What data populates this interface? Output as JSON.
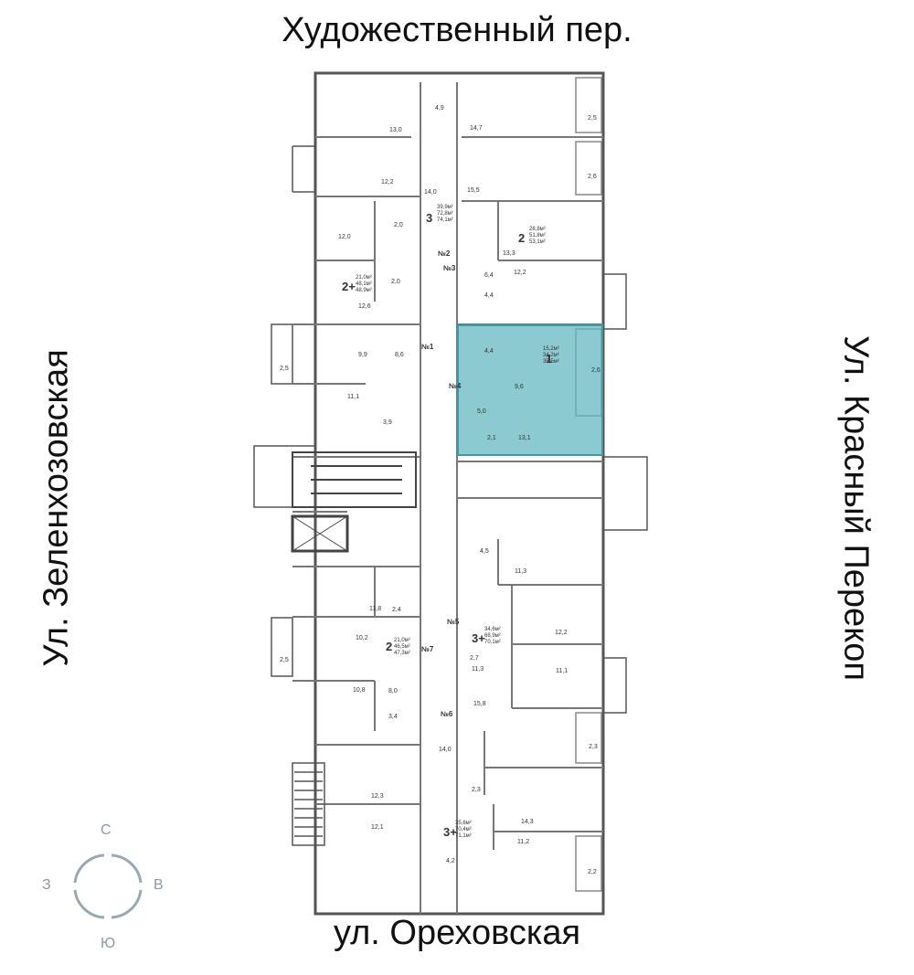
{
  "streets": {
    "top": "Художественный пер.",
    "bottom": "ул. Ореховская",
    "left": "Ул. Зеленхозовская",
    "right": "Ул. Красный Перекоп"
  },
  "compass": {
    "n": "С",
    "s": "Ю",
    "w": "З",
    "e": "В"
  },
  "colors": {
    "highlight": "#5fb6bf",
    "wall": "#555555",
    "compass": "#9aa8b3"
  },
  "apartments": [
    {
      "id": "apt-3-top",
      "rooms": "3",
      "area1": "39,9м²",
      "area2": "72,8м²",
      "area3": "74,1м²"
    },
    {
      "id": "apt-2-top",
      "rooms": "2",
      "area1": "28,8м²",
      "area2": "51,8м²",
      "area3": "53,1м²"
    },
    {
      "id": "apt-2plus",
      "rooms": "2+",
      "area1": "21,0м²",
      "area2": "48,1м²",
      "area3": "48,9м²"
    },
    {
      "id": "apt-1",
      "rooms": "1",
      "area1": "15,2м²",
      "area2": "34,2м²",
      "area3": "35,5м²"
    },
    {
      "id": "apt-3plus-mid",
      "rooms": "3+",
      "area1": "34,6м²",
      "area2": "68,9м²",
      "area3": "70,1м²"
    },
    {
      "id": "apt-2-left",
      "rooms": "2",
      "area1": "21,0м²",
      "area2": "46,5м²",
      "area3": "47,3м²"
    },
    {
      "id": "apt-3plus-bottom",
      "rooms": "3+",
      "area1": "35,6м²",
      "area2": "70,4м²",
      "area3": "71,1м²"
    }
  ],
  "unit_numbers": [
    "№1",
    "№2",
    "№3",
    "№4",
    "№5",
    "№6",
    "№7"
  ],
  "room_areas": [
    "4,9",
    "14,7",
    "13,0",
    "2,5",
    "2,6",
    "12,2",
    "14,0",
    "15,5",
    "2,0",
    "12,0",
    "13,3",
    "12,2",
    "2,0",
    "6,4",
    "4,4",
    "12,6",
    "9,9",
    "8,6",
    "2,5",
    "11,1",
    "3,9",
    "4,4",
    "9,6",
    "2,6",
    "5,0",
    "2,1",
    "13,1",
    "4,5",
    "11,3",
    "11,8",
    "2,4",
    "10,2",
    "2,5",
    "12,2",
    "2,7",
    "11,3",
    "11,1",
    "8,0",
    "10,8",
    "3,4",
    "15,8",
    "2,3",
    "14,0",
    "12,3",
    "2,3",
    "14,3",
    "12,1",
    "11,2",
    "4,2",
    "2,2"
  ]
}
